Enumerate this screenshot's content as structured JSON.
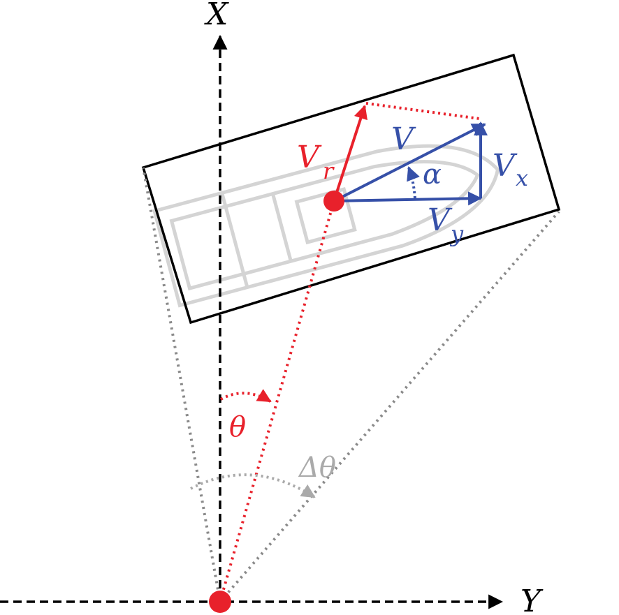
{
  "axes": {
    "x_label": "X",
    "y_label": "Y"
  },
  "vectors": {
    "v": "V",
    "vr": "V",
    "vr_sub": "r",
    "vx": "V",
    "vx_sub": "x",
    "vy": "V",
    "vy_sub": "y"
  },
  "angles": {
    "alpha": "α",
    "theta": "θ",
    "delta_theta": "Δθ"
  },
  "colors": {
    "axis": "#000000",
    "red": "#e8212b",
    "blue": "#3650a8",
    "gray": "#8a8a8a",
    "light_gray": "#aaaaaa",
    "boat_outline": "#d0d0d0"
  }
}
